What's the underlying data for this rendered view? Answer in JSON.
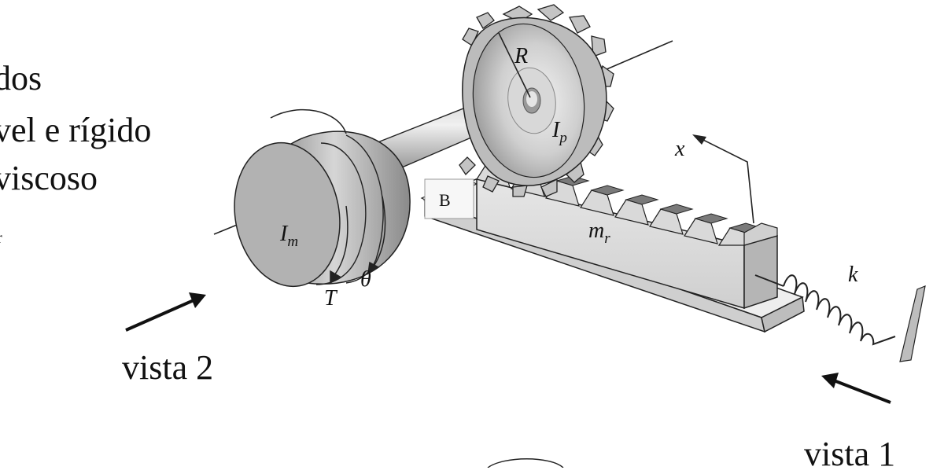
{
  "left_text": {
    "line1": "dos",
    "line2": "vel e rígido",
    "line3": "viscoso",
    "line4": "r"
  },
  "views": {
    "view1": "vista 1",
    "view2": "vista 2"
  },
  "labels": {
    "R": "R",
    "Ip": "I",
    "Ip_sub": "p",
    "Im": "I",
    "Im_sub": "m",
    "mr": "m",
    "mr_sub": "r",
    "x": "x",
    "k": "k",
    "theta": "θ",
    "T": "T",
    "B": "B"
  },
  "colors": {
    "metal_light": "#e2e2e2",
    "metal_mid": "#bdbdbd",
    "metal_dark": "#8c8c8c",
    "outline": "#222222"
  }
}
